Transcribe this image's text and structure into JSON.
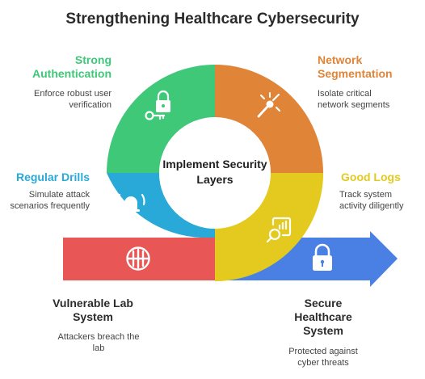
{
  "title": "Strengthening Healthcare Cybersecurity",
  "center": {
    "line1": "Implement Security",
    "line2": "Layers"
  },
  "colors": {
    "green": "#3ec878",
    "orange": "#e08438",
    "blue": "#29a9d8",
    "yellow": "#e4ca1e",
    "red": "#e85656",
    "arrow_blue": "#4a7fe3"
  },
  "items": {
    "strong_auth": {
      "heading1": "Strong",
      "heading2": "Authentication",
      "desc1": "Enforce robust user",
      "desc2": "verification",
      "icon": "lock-key-icon"
    },
    "network_seg": {
      "heading1": "Network",
      "heading2": "Segmentation",
      "desc1": "Isolate critical",
      "desc2": "network segments",
      "icon": "network-node-icon"
    },
    "regular_drills": {
      "heading": "Regular Drills",
      "desc1": "Simulate attack",
      "desc2": "scenarios frequently",
      "icon": "alarm-bell-icon"
    },
    "good_logs": {
      "heading": "Good Logs",
      "desc1": "Track system",
      "desc2": "activity diligently",
      "icon": "chart-search-icon"
    }
  },
  "start": {
    "heading1": "Vulnerable Lab",
    "heading2": "System",
    "desc1": "Attackers breach the",
    "desc2": "lab",
    "icon": "barrier-icon"
  },
  "end": {
    "heading1": "Secure",
    "heading2": "Healthcare",
    "heading3": "System",
    "desc1": "Protected against",
    "desc2": "cyber threats",
    "icon": "padlock-icon"
  }
}
